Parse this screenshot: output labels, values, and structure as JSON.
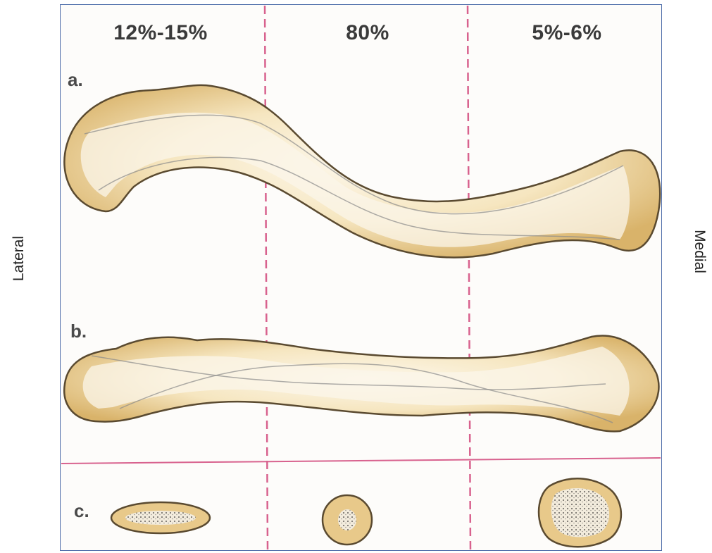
{
  "segments": {
    "lateral_pct": "12%-15%",
    "middle_pct": "80%",
    "medial_pct": "5%-6%"
  },
  "orientation": {
    "left": "Lateral",
    "right": "Medial"
  },
  "views": {
    "a": "a.",
    "b": "b.",
    "c": "c."
  },
  "colors": {
    "bone_fill": "#e8c98a",
    "bone_inner": "#fbf6ea",
    "bone_outline": "#5a4a30",
    "divider": "#d8628e",
    "frame": "#4a6aa8"
  }
}
